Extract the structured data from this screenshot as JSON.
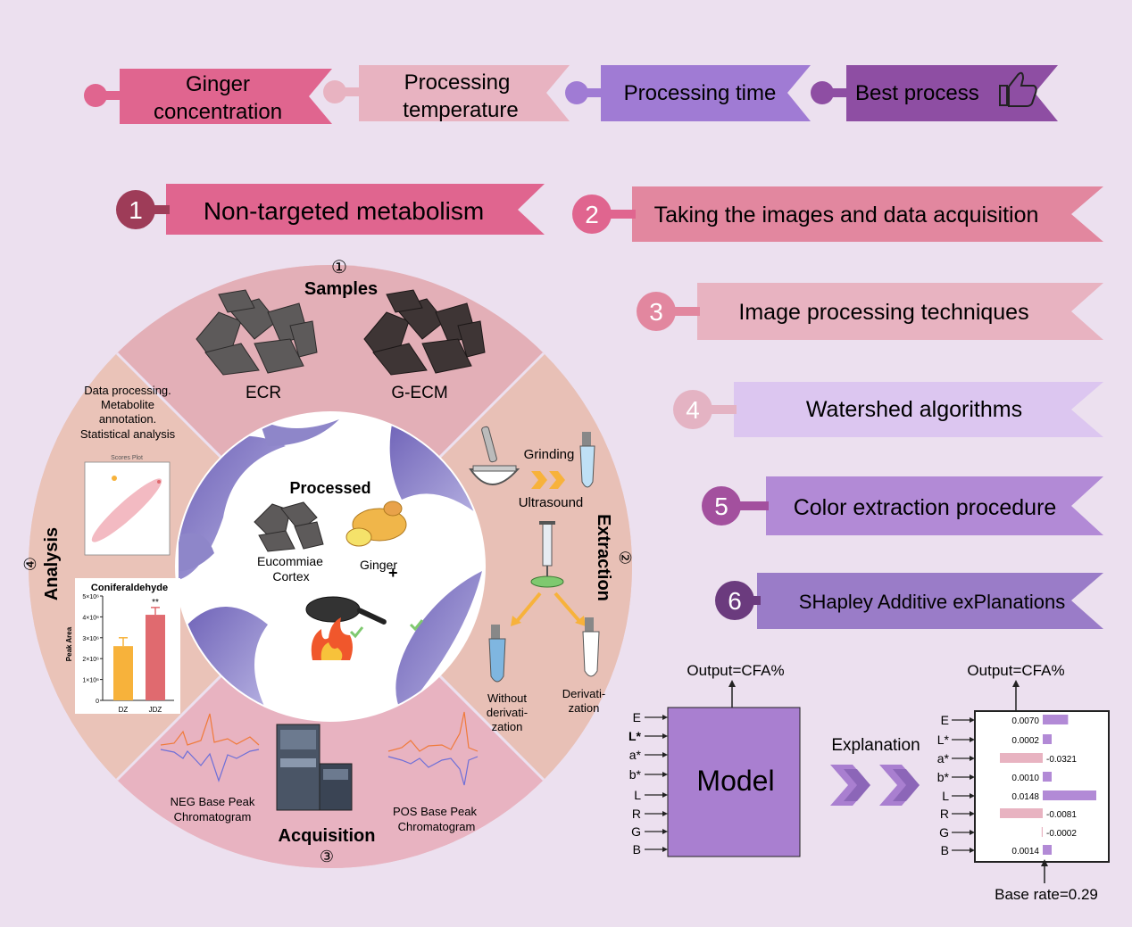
{
  "top_steps": [
    {
      "label_line1": "Ginger",
      "label_line2": "concentration",
      "color": "#e0658f",
      "dot": "#e0658f"
    },
    {
      "label_line1": "Processing",
      "label_line2": "temperature",
      "color": "#e8b3c1",
      "dot": "#e8b3c1"
    },
    {
      "label": "Processing time",
      "color": "#a07bd4",
      "dot": "#a07bd4"
    },
    {
      "label": "Best process",
      "color": "#8e4ea3",
      "dot": "#8e4ea3"
    }
  ],
  "methods": [
    {
      "num": "1",
      "label": "Non-targeted metabolism",
      "color": "#e0658f",
      "circle": "#9e3c58"
    },
    {
      "num": "2",
      "label": "Taking the images and data acquisition",
      "color": "#e2879f",
      "circle": "#e0658f"
    },
    {
      "num": "3",
      "label": "Image processing techniques",
      "color": "#e8b3c1",
      "circle": "#e2879f"
    },
    {
      "num": "4",
      "label": "Watershed algorithms",
      "color": "#dcc6f0",
      "circle": "#e4b3c3"
    },
    {
      "num": "5",
      "label": "Color extraction procedure",
      "color": "#b28ad6",
      "circle": "#a3509e"
    },
    {
      "num": "6",
      "label": "SHapley Additive exPlanations",
      "color": "#9a7cc8",
      "circle": "#6b3b7e"
    }
  ],
  "wheel": {
    "samples": {
      "num": "①",
      "title": "Samples",
      "ecr": "ECR",
      "gecm": "G-ECM"
    },
    "extraction": {
      "num": "②",
      "title": "Extraction",
      "grinding": "Grinding",
      "ultrasound": "Ultrasound",
      "without_1": "Without",
      "without_2": "derivati-",
      "without_3": "zation",
      "deriv_1": "Derivati-",
      "deriv_2": "zation"
    },
    "acquisition": {
      "num": "③",
      "title": "Acquisition",
      "neg_1": "NEG Base Peak",
      "neg_2": "Chromatogram",
      "pos_1": "POS Base Peak",
      "pos_2": "Chromatogram"
    },
    "analysis": {
      "num": "④",
      "title": "Analysis",
      "text_1": "Data processing.",
      "text_2": "Metabolite",
      "text_3": "annotation.",
      "text_4": "Statistical analysis",
      "scores_plot": "Scores Plot"
    },
    "center": {
      "title": "Processed",
      "eucommiae_1": "Eucommiae",
      "eucommiae_2": "Cortex",
      "ginger": "Ginger"
    }
  },
  "chart_data": {
    "type": "bar",
    "title": "Coniferaldehyde",
    "ylabel": "Peak Area",
    "categories": [
      "DZ",
      "JDZ"
    ],
    "values": [
      2600000,
      4100000
    ],
    "errors": [
      400000,
      350000
    ],
    "colors": [
      "#f7b23b",
      "#e06a6f"
    ],
    "ylim": [
      0,
      5000000
    ],
    "yticks": [
      0,
      1000000,
      2000000,
      3000000,
      4000000,
      5000000
    ],
    "ytick_labels": [
      "0",
      "1×10⁶",
      "2×10⁶",
      "3×10⁶",
      "4×10⁶",
      "5×10⁶"
    ],
    "significance": "**"
  },
  "model": {
    "output_label": "Output=CFA%",
    "model_label": "Model",
    "explanation_label": "Explanation",
    "features": [
      "E",
      "L*",
      "a*",
      "b*",
      "L",
      "R",
      "G",
      "B"
    ]
  },
  "shap_data": {
    "type": "bar",
    "orientation": "horizontal",
    "output_label": "Output=CFA%",
    "base_rate_label": "Base rate=0.29",
    "features": [
      "E",
      "L*",
      "a*",
      "b*",
      "L",
      "R",
      "G",
      "B"
    ],
    "values": [
      0.007,
      0.0002,
      -0.0321,
      0.001,
      0.0148,
      -0.0081,
      -0.0002,
      0.0014
    ],
    "value_labels": [
      "0.0070",
      "0.0002",
      "-0.0321",
      "0.0010",
      "0.0148",
      "-0.0081",
      "-0.0002",
      "0.0014"
    ],
    "positive_color": "#b28ad6",
    "negative_color": "#e8b3c1"
  }
}
